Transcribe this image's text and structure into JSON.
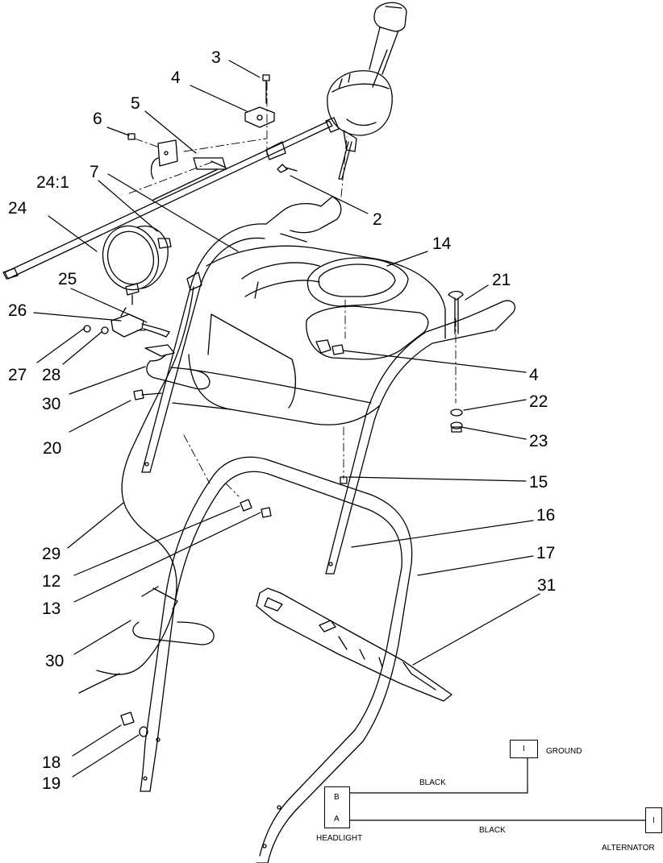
{
  "callouts": {
    "c2": "2",
    "c3": "3",
    "c4a": "4",
    "c4b": "4",
    "c5": "5",
    "c6": "6",
    "c7": "7",
    "c12": "12",
    "c13": "13",
    "c14": "14",
    "c15": "15",
    "c16": "16",
    "c17": "17",
    "c18": "18",
    "c19": "19",
    "c20": "20",
    "c21": "21",
    "c22": "22",
    "c23": "23",
    "c24": "24",
    "c24_1": "24:1",
    "c25": "25",
    "c26": "26",
    "c27": "27",
    "c28": "28",
    "c29": "29",
    "c30a": "30",
    "c30b": "30",
    "c31": "31"
  },
  "wiring": {
    "ground_label": "GROUND",
    "ground_terminal": "I",
    "headlight_label": "HEADLIGHT",
    "headlight_pin_b": "B",
    "headlight_pin_a": "A",
    "alternator_label": "ALTERNATOR",
    "alternator_terminal": "I",
    "wire1_color": "BLACK",
    "wire2_color": "BLACK"
  }
}
